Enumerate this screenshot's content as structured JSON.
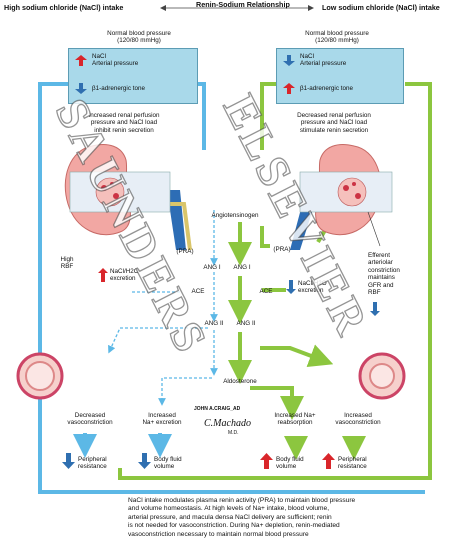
{
  "header": {
    "left": "High sodium chloride (NaCl) intake",
    "title": "Renin-Sodium Relationship",
    "right": "Low sodium chloride (NaCl) intake"
  },
  "left_box": {
    "caption": [
      "Normal blood pressure",
      "(120/80 mmHg)"
    ],
    "row1": "NaCl\nArterial pressure",
    "row2": "β1-adrenergic tone"
  },
  "right_box": {
    "caption": [
      "Normal blood pressure",
      "(120/80 mmHg)"
    ],
    "row1": "NaCl\nArterial pressure",
    "row2": "β1-adrenergic tone"
  },
  "left_labels": {
    "inhibit": [
      "Increased renal perfusion",
      "pressure and NaCl load",
      "inhibit renin secretion"
    ],
    "high_rbf": [
      "High",
      "RBF"
    ],
    "excretion": [
      "NaCl/H2O",
      "excretion"
    ],
    "prr": "(PRA)",
    "decreased_vaso": [
      "Decreased",
      "vasoconstriction"
    ],
    "increased_na": [
      "Increased",
      "Na+ excretion"
    ],
    "peripheral": [
      "Peripheral",
      "resistance"
    ],
    "body_fluid": [
      "Body fluid",
      "volume"
    ]
  },
  "center_labels": {
    "angiotensinogen": "Angiotensinogen",
    "ang1_left": "ANG I",
    "ang1_right": "ANG I",
    "ace_left": "ACE",
    "ace_right": "ACE",
    "ang2_left": "ANG II",
    "ang2_right": "ANG II",
    "aldosterone": "Aldosterone",
    "pra_right": "(PRA)"
  },
  "right_labels": {
    "decreased": [
      "Decreased renal perfusion",
      "pressure and NaCl load",
      "stimulate renin secretion"
    ],
    "excretion": [
      "NaCl/H2O",
      "excretion"
    ],
    "efferent": [
      "Efferent",
      "arteriolar",
      "constriction",
      "maintains",
      "GFR and",
      "RBF"
    ],
    "increased_na": [
      "Increased Na+",
      "reabsorption"
    ],
    "increased_vaso": [
      "Increased",
      "vasoconstriction"
    ],
    "body_fluid": [
      "Body fluid",
      "volume"
    ],
    "peripheral": [
      "Peripheral",
      "resistance"
    ]
  },
  "signature": {
    "name": "JOHN A.CRAIG_AD",
    "script": "C.Machado",
    "md": "M.D."
  },
  "caption": [
    "NaCl intake modulates plasma renin activity (PRA) to maintain blood pressure",
    "and volume homeostasis. At high levels of Na+ intake, blood volume,",
    "arterial pressure, and macula densa NaCl delivery are sufficient; renin",
    "is not needed for vasoconstriction. During Na+ depletion, renin-mediated",
    "vasoconstriction necessary to maintain normal blood pressure"
  ],
  "watermark": [
    "SAUNDERS",
    "ELSEVIER"
  ],
  "colors": {
    "blue_arrow": "#5cb8e6",
    "green_arrow": "#8cc63f",
    "box_fill": "#a9d9ea",
    "up_red": "#d9262b",
    "down_blue": "#2f6fb0"
  }
}
